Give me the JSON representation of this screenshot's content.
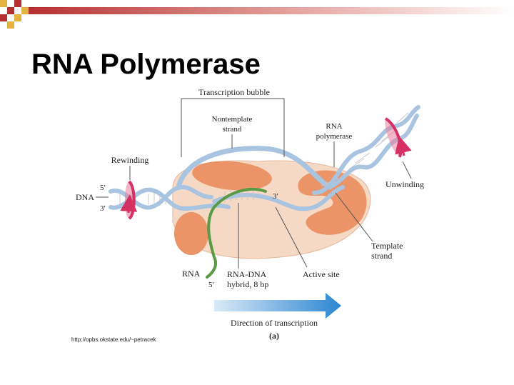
{
  "slide": {
    "title": "RNA Polymerase",
    "source_url": "http://opbs.okstate.edu/~petracek"
  },
  "colors": {
    "header_red": "#b5302f",
    "header_gold": "#e3b340",
    "polymerase_body": "#f6d9c4",
    "polymerase_lobe": "#ea9468",
    "dna_strand": "#a9c4e0",
    "rna_strand": "#5a9a45",
    "rotation_arrow": "#d62f62",
    "direction_arrow": "#3a8fd6"
  },
  "diagram": {
    "labels": {
      "transcription_bubble": "Transcription bubble",
      "nontemplate_line1": "Nontemplate",
      "nontemplate_line2": "strand",
      "rna_polymerase_line1": "RNA",
      "rna_polymerase_line2": "polymerase",
      "rewinding": "Rewinding",
      "unwinding": "Unwinding",
      "dna": "DNA",
      "five_prime_left": "5′",
      "three_prime_left": "3′",
      "three_prime_rna": "3′",
      "template_line1": "Template",
      "template_line2": "strand",
      "active_site": "Active site",
      "rna": "RNA",
      "five_prime_rna": "5′",
      "hybrid_line1": "RNA-DNA",
      "hybrid_line2": "hybrid, 8 bp",
      "direction": "Direction of transcription",
      "panel": "(a)"
    }
  }
}
